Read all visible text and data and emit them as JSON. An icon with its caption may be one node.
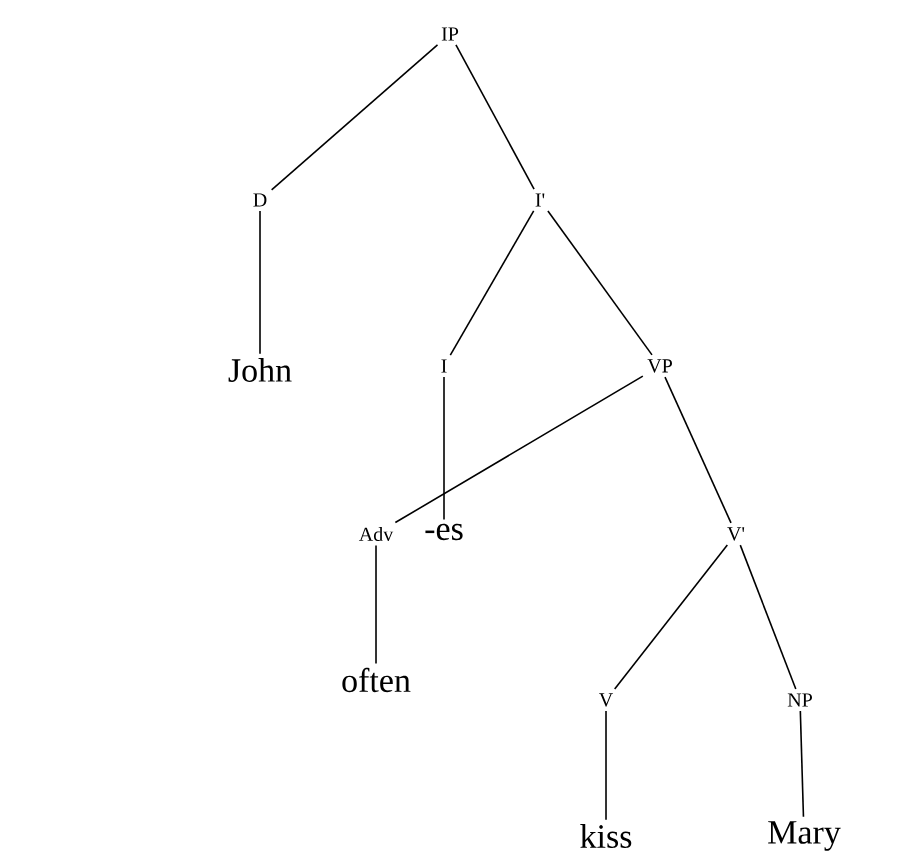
{
  "diagram": {
    "nodes": [
      {
        "text": [
          "IP"
        ]
      },
      {
        "text": [
          "D"
        ]
      },
      {
        "text": [
          "I'"
        ]
      },
      {
        "text": [
          "John"
        ]
      },
      {
        "text": [
          "I"
        ]
      },
      {
        "text": [
          "VP"
        ]
      },
      {
        "text": [
          "-es"
        ]
      },
      {
        "text": [
          "Adv"
        ]
      },
      {
        "text": [
          "V'"
        ]
      },
      {
        "text": [
          "often"
        ]
      },
      {
        "text": [
          "V"
        ]
      },
      {
        "text": [
          "NP"
        ]
      },
      {
        "text": [
          "kiss"
        ]
      },
      {
        "text": [
          "Mary"
        ]
      }
    ],
    "edges": [
      {
        "from": 0,
        "to": 1,
        "arrow": "none"
      },
      {
        "from": 0,
        "to": 2,
        "arrow": "none"
      },
      {
        "from": 1,
        "to": 3,
        "arrow": "none"
      },
      {
        "from": 2,
        "to": 4,
        "arrow": "none"
      },
      {
        "from": 2,
        "to": 5,
        "arrow": "none"
      },
      {
        "from": 4,
        "to": 6,
        "arrow": "none"
      },
      {
        "from": 5,
        "to": 7,
        "arrow": "none"
      },
      {
        "from": 5,
        "to": 8,
        "arrow": "none"
      },
      {
        "from": 7,
        "to": 9,
        "arrow": "none"
      },
      {
        "from": 8,
        "to": 10,
        "arrow": "none"
      },
      {
        "from": 8,
        "to": 11,
        "arrow": "none"
      },
      {
        "from": 10,
        "to": 12,
        "arrow": "none"
      },
      {
        "from": 11,
        "to": 13,
        "arrow": "none"
      }
    ]
  }
}
